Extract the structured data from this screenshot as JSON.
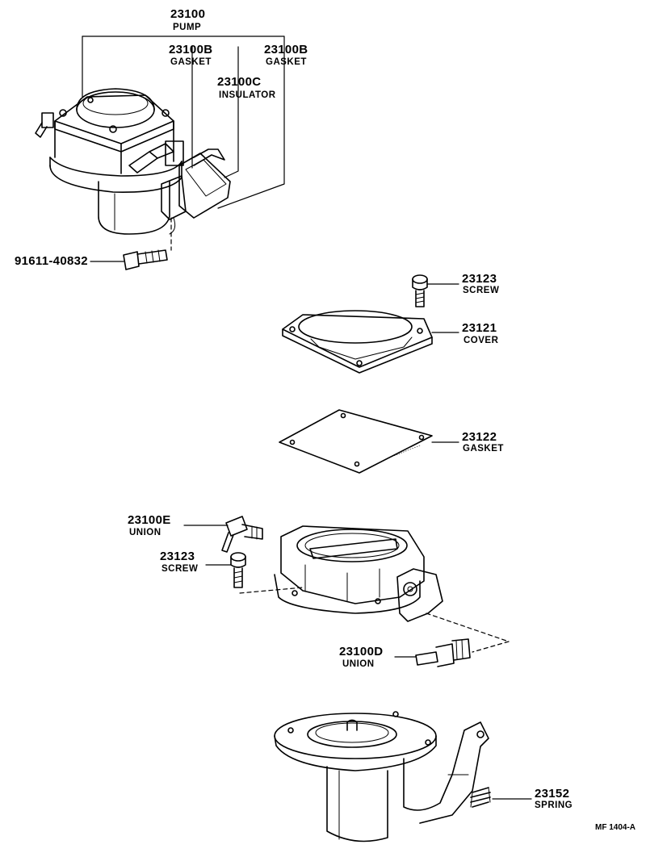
{
  "parts": [
    {
      "id": "pump",
      "number": "23100",
      "name": "PUMP"
    },
    {
      "id": "gasket_b1",
      "number": "23100B",
      "name": "GASKET"
    },
    {
      "id": "gasket_b2",
      "number": "23100B",
      "name": "GASKET"
    },
    {
      "id": "insulator",
      "number": "23100C",
      "name": "INSULATOR"
    },
    {
      "id": "bolt",
      "number": "91611-40832",
      "name": ""
    },
    {
      "id": "screw_top",
      "number": "23123",
      "name": "SCREW"
    },
    {
      "id": "cover",
      "number": "23121",
      "name": "COVER"
    },
    {
      "id": "gasket",
      "number": "23122",
      "name": "GASKET"
    },
    {
      "id": "union_e",
      "number": "23100E",
      "name": "UNION"
    },
    {
      "id": "screw_mid",
      "number": "23123",
      "name": "SCREW"
    },
    {
      "id": "union_d",
      "number": "23100D",
      "name": "UNION"
    },
    {
      "id": "spring",
      "number": "23152",
      "name": "SPRING"
    }
  ],
  "reference": "MF 1404-A"
}
